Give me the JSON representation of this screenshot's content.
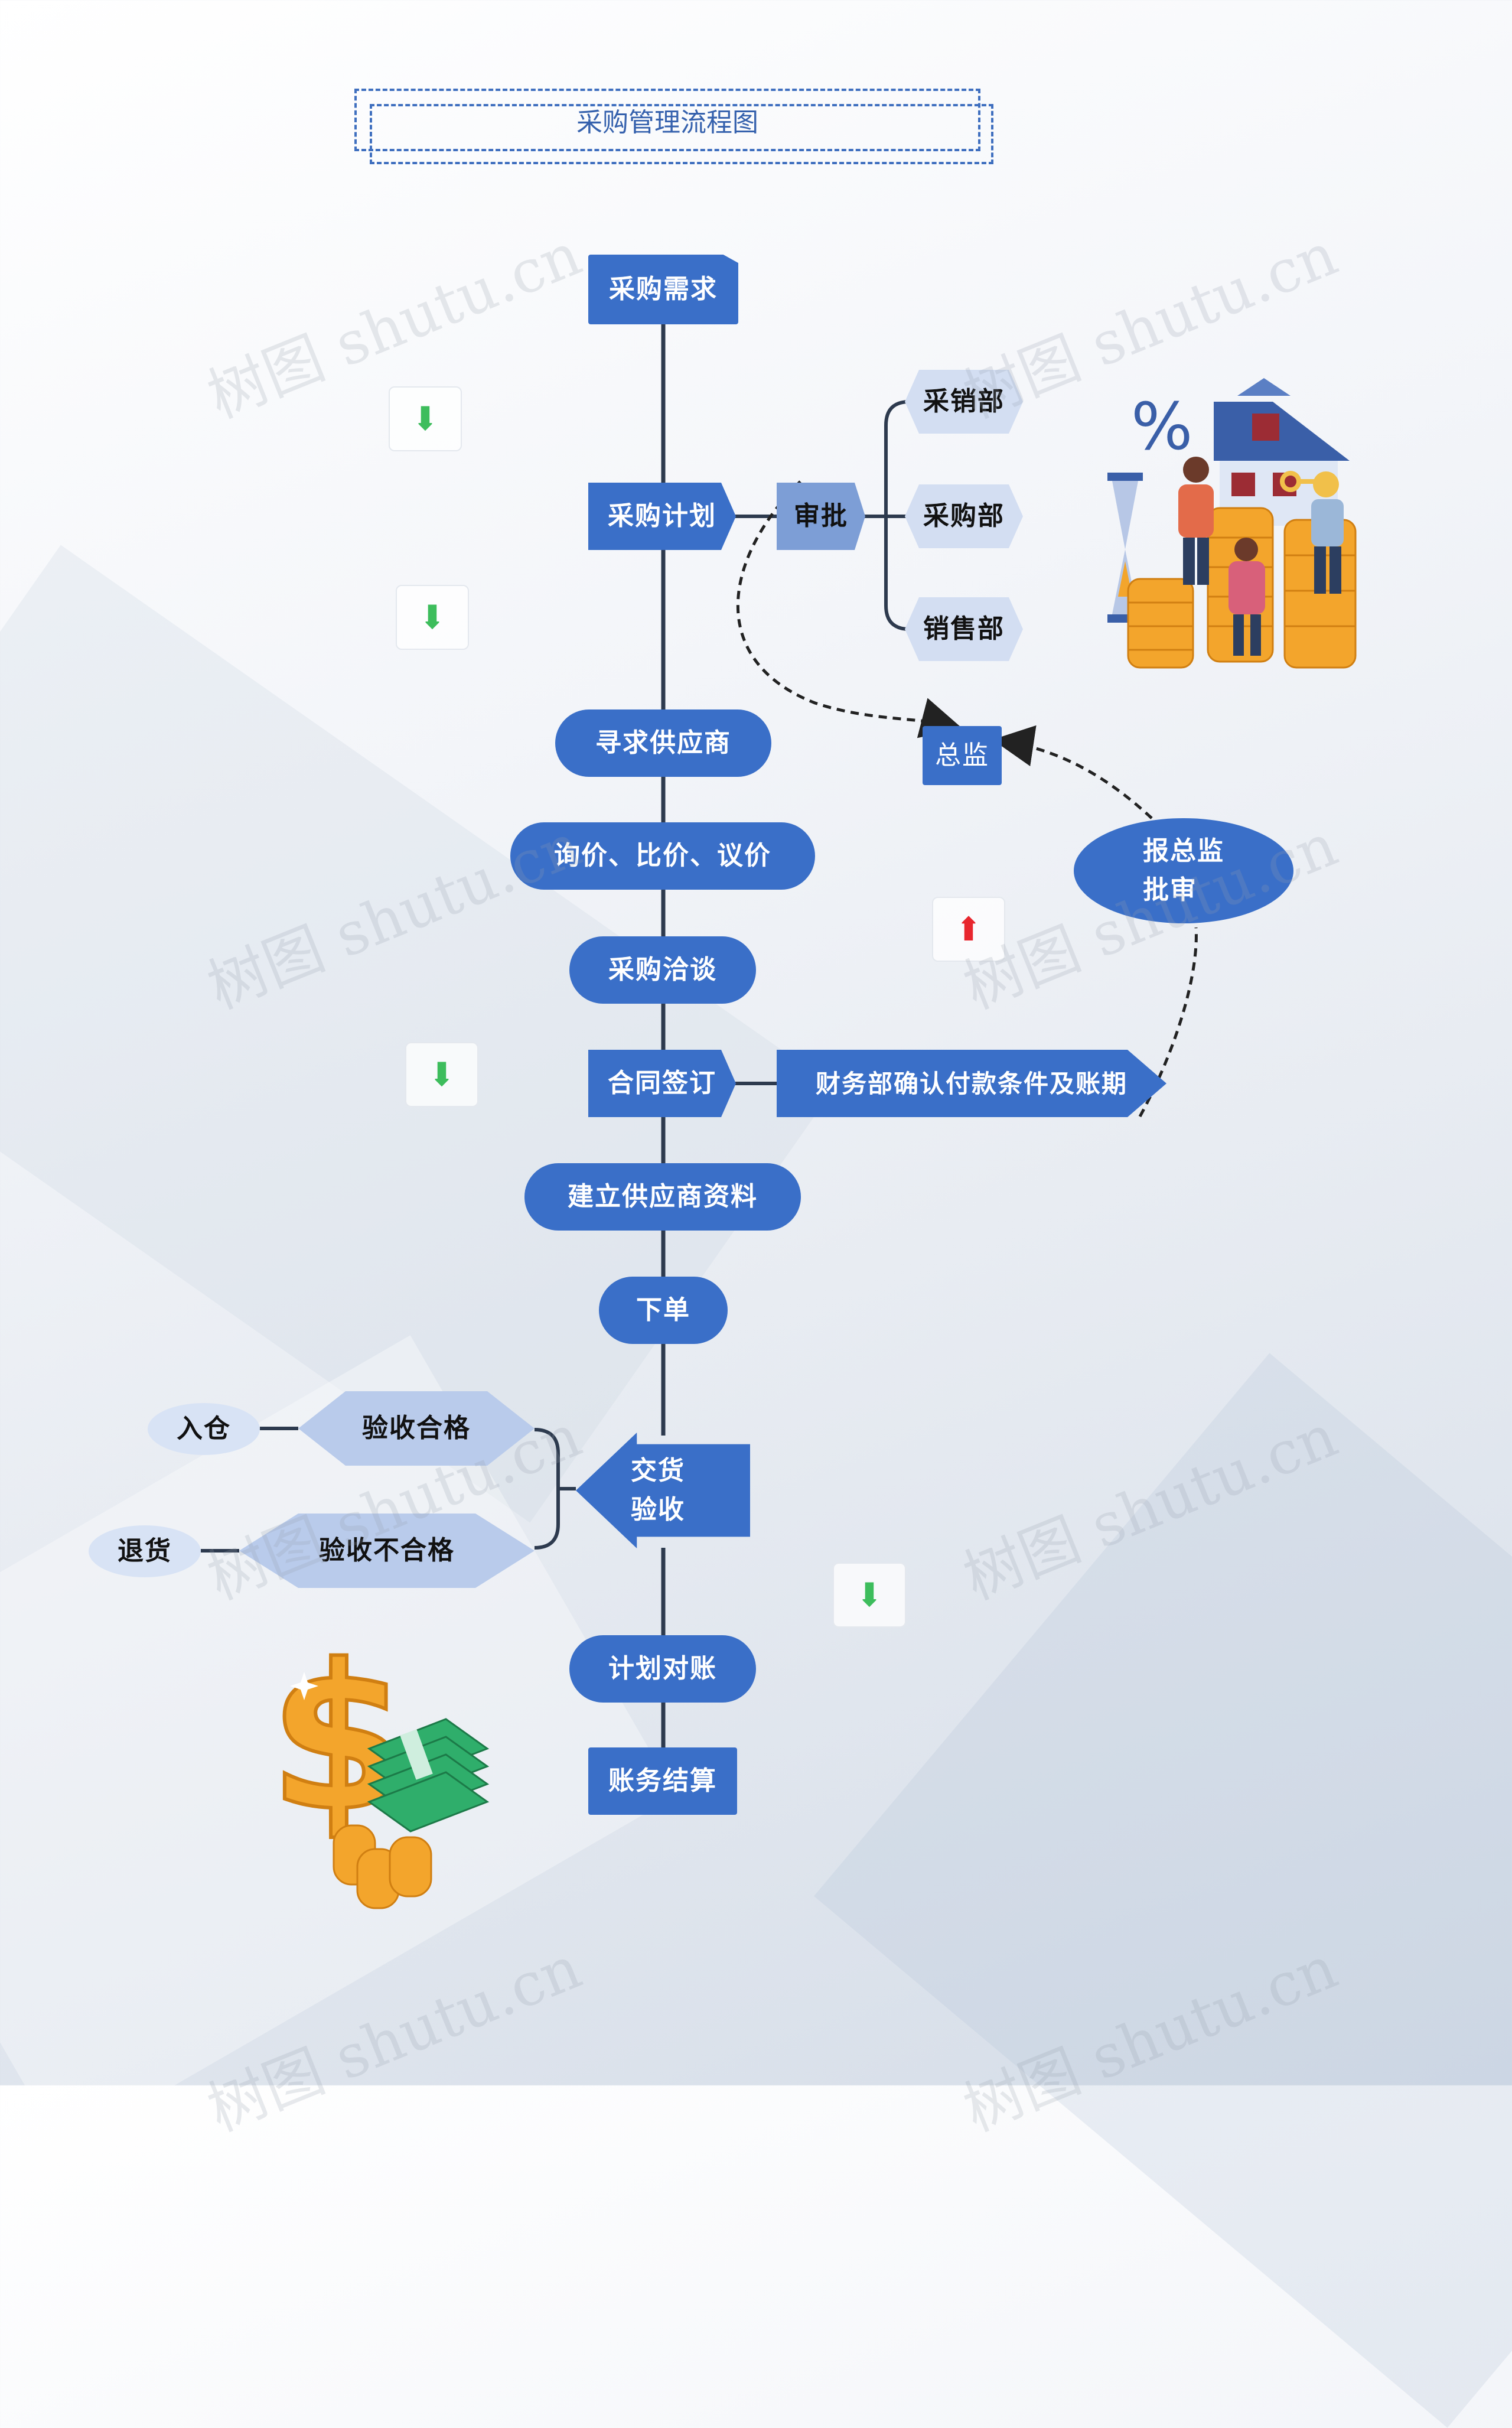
{
  "title": "采购管理流程图",
  "main_flow": {
    "demand": "采购需求",
    "plan": "采购计划",
    "seek_supplier": "寻求供应商",
    "inquiry": "询价、比价、议价",
    "negotiation": "采购洽谈",
    "contract": "合同签订",
    "supplier_info": "建立供应商资料",
    "order": "下单",
    "delivery_line1": "交货",
    "delivery_line2": "验收",
    "reconcile": "计划对账",
    "settlement": "账务结算"
  },
  "approval": {
    "label": "审批",
    "departments": [
      "采销部",
      "采购部",
      "销售部"
    ],
    "director": "总监",
    "report_line1": "报总监",
    "report_line2": "批审",
    "finance": "财务部确认付款条件及账期"
  },
  "inspection": {
    "pass": "验收合格",
    "fail": "验收不合格",
    "store": "入仓",
    "return": "退货"
  },
  "watermark": "树图 shutu.cn",
  "colors": {
    "node_blue": "#3a6fc8",
    "light_hex": "#d3def2",
    "approve": "#7d9ed6",
    "diamond": "#b9cbeb",
    "arrow_green": "#3dbd5c",
    "arrow_red": "#e8262e"
  },
  "icons": {
    "down_arrow": "⬇",
    "up_arrow": "⬆"
  }
}
